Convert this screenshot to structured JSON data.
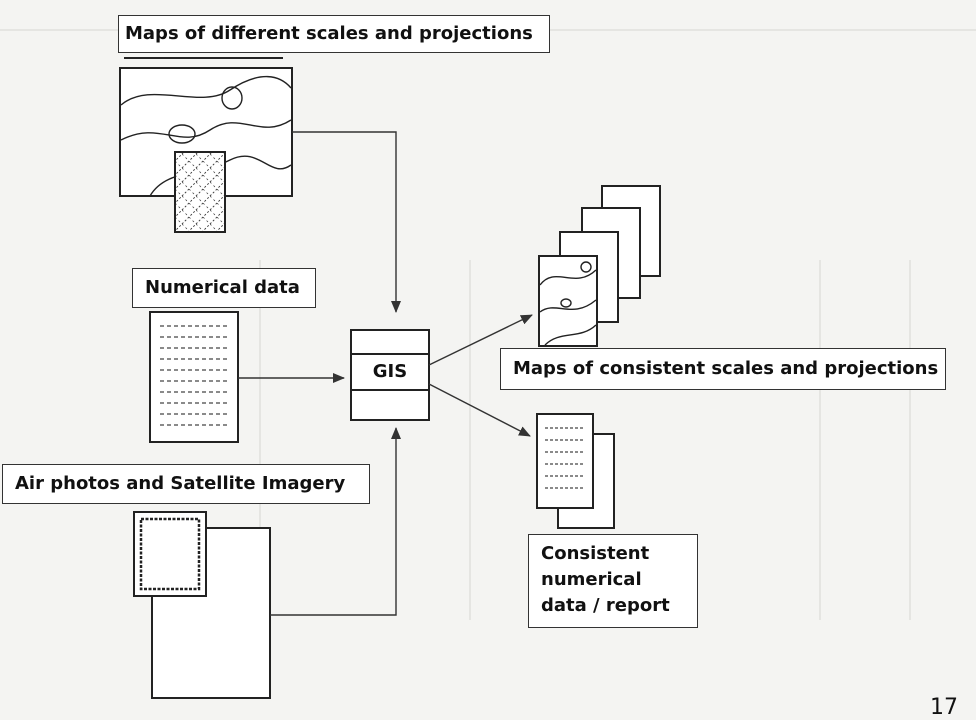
{
  "labels": {
    "maps_different": "Maps of different scales and projections",
    "numerical_data": "Numerical data",
    "air_photos": "Air photos and Satellite Imagery",
    "gis": "GIS",
    "maps_consistent": "Maps of consistent scales and projections",
    "consistent_line1": "Consistent",
    "consistent_line2": "numerical",
    "consistent_line3": "data / report"
  },
  "page_number": "17"
}
